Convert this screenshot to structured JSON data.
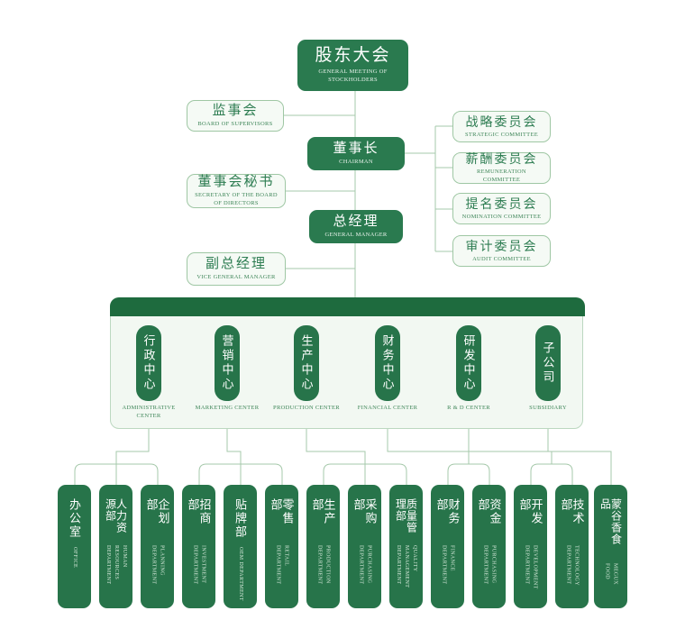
{
  "colors": {
    "dark_green": "#2a7a4f",
    "band_header_green": "#1e6b3e",
    "pill_green": "#27744a",
    "light_fill": "#f5faf5",
    "light_border": "#9fc7a4",
    "text_green": "#2e7d52",
    "line_green": "#a6c9ab"
  },
  "nodes": {
    "stockholders": {
      "zh": "股东大会",
      "en": "GENERAL MEETING OF STOCKHOLDERS"
    },
    "supervisors": {
      "zh": "监事会",
      "en": "BOARD OF SUPERVISORS"
    },
    "chairman": {
      "zh": "董事长",
      "en": "CHAIRMAN"
    },
    "secretary": {
      "zh": "董事会秘书",
      "en": "SECRETARY OF THE BOARD OF DIRECTORS"
    },
    "general_manager": {
      "zh": "总经理",
      "en": "GENERAL MANAGER"
    },
    "vice_general_manager": {
      "zh": "副总经理",
      "en": "VICE GENERAL MANAGER"
    }
  },
  "committees": [
    {
      "zh": "战略委员会",
      "en": "STRATEGIC COMMITTEE"
    },
    {
      "zh": "薪酬委员会",
      "en": "REMUNERATION COMMITTEE"
    },
    {
      "zh": "提名委员会",
      "en": "NOMINATION COMMITTEE"
    },
    {
      "zh": "审计委员会",
      "en": "AUDIT COMMITTEE"
    }
  ],
  "centers": [
    {
      "zh": "行政中心",
      "en": "ADMINISTRATIVE CENTER"
    },
    {
      "zh": "营销中心",
      "en": "MARKETING CENTER"
    },
    {
      "zh": "生产中心",
      "en": "PRODUCTION CENTER"
    },
    {
      "zh": "财务中心",
      "en": "FINANCIAL CENTER"
    },
    {
      "zh": "研发中心",
      "en": "R & D CENTER"
    },
    {
      "zh": "子公司",
      "en": "SUBSIDIARY"
    }
  ],
  "departments": [
    {
      "zh": "办公室",
      "en": "OFFICE"
    },
    {
      "zh": "人力资源部",
      "en": "HUMAN RESOURCES DEPARTMENT"
    },
    {
      "zh": "企划部",
      "en": "PLANNING DEPARTMENT"
    },
    {
      "zh": "招商部",
      "en": "INVESTMENT DEPARTMENT"
    },
    {
      "zh": "贴牌部",
      "en": "OEM DEPARTMENT"
    },
    {
      "zh": "零售部",
      "en": "RETAIL DEPARTMENT"
    },
    {
      "zh": "生产部",
      "en": "PRODUCTION DEPARTMENT"
    },
    {
      "zh": "采购部",
      "en": "PURCHASING DEPARTMENT"
    },
    {
      "zh": "质量管理部",
      "en": "QUALITY MANAGEMENT DEPARTMENT"
    },
    {
      "zh": "财务部",
      "en": "FINANCE DEPARTMENT"
    },
    {
      "zh": "资金部",
      "en": "PURCHASING DEPARTMENT"
    },
    {
      "zh": "开发部",
      "en": "DEVELOPMENT DEPARTMENT"
    },
    {
      "zh": "技术部",
      "en": "TECHNOLOGY DEPARTMENT"
    },
    {
      "zh": "蒙谷香食品",
      "en": "MEGUX FOOD"
    }
  ]
}
